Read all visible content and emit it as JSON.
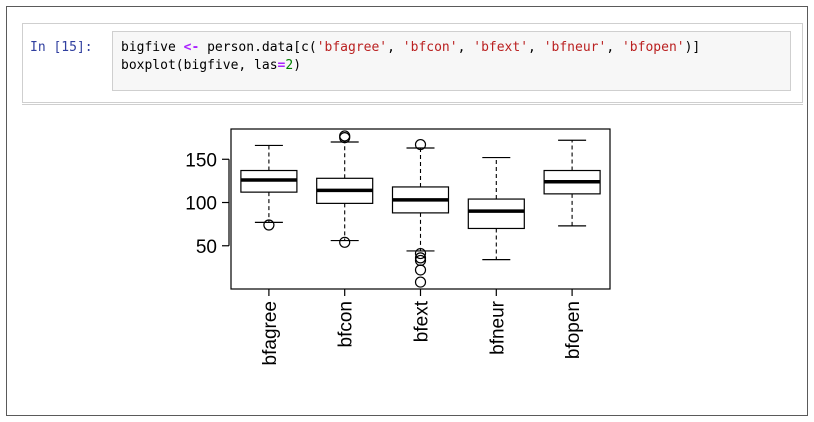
{
  "notebook": {
    "cell": {
      "prompt": "In [15]:",
      "code_lines": [
        [
          {
            "t": "bigfive ",
            "c": "kw"
          },
          {
            "t": "<-",
            "c": "op"
          },
          {
            "t": " person.data[c(",
            "c": "kw"
          },
          {
            "t": "'bfagree'",
            "c": "str"
          },
          {
            "t": ", ",
            "c": "punct"
          },
          {
            "t": "'bfcon'",
            "c": "str"
          },
          {
            "t": ", ",
            "c": "punct"
          },
          {
            "t": "'bfext'",
            "c": "str"
          },
          {
            "t": ", ",
            "c": "punct"
          },
          {
            "t": "'bfneur'",
            "c": "str"
          },
          {
            "t": ", ",
            "c": "punct"
          },
          {
            "t": "'bfopen'",
            "c": "str"
          },
          {
            "t": ")]",
            "c": "punct"
          }
        ],
        [
          {
            "t": "boxplot(bigfive, las",
            "c": "kw"
          },
          {
            "t": "=",
            "c": "op"
          },
          {
            "t": "2",
            "c": "num"
          },
          {
            "t": ")",
            "c": "punct"
          }
        ]
      ]
    }
  },
  "chart_data": {
    "type": "boxplot",
    "categories": [
      "bfagree",
      "bfcon",
      "bfext",
      "bfneur",
      "bfopen"
    ],
    "y_ticks": [
      50,
      100,
      150
    ],
    "ylim": [
      0,
      185
    ],
    "boxes": [
      {
        "name": "bfagree",
        "lower_whisker": 77,
        "q1": 112,
        "median": 126,
        "q3": 137,
        "upper_whisker": 166,
        "outliers": [
          74
        ]
      },
      {
        "name": "bfcon",
        "lower_whisker": 56,
        "q1": 99,
        "median": 114,
        "q3": 128,
        "upper_whisker": 170,
        "outliers": [
          54,
          175,
          177
        ]
      },
      {
        "name": "bfext",
        "lower_whisker": 44,
        "q1": 88,
        "median": 103,
        "q3": 118,
        "upper_whisker": 163,
        "outliers": [
          8,
          22,
          33,
          36,
          41,
          167
        ]
      },
      {
        "name": "bfneur",
        "lower_whisker": 34,
        "q1": 70,
        "median": 90,
        "q3": 104,
        "upper_whisker": 152,
        "outliers": []
      },
      {
        "name": "bfopen",
        "lower_whisker": 73,
        "q1": 110,
        "median": 124,
        "q3": 137,
        "upper_whisker": 172,
        "outliers": []
      }
    ]
  }
}
